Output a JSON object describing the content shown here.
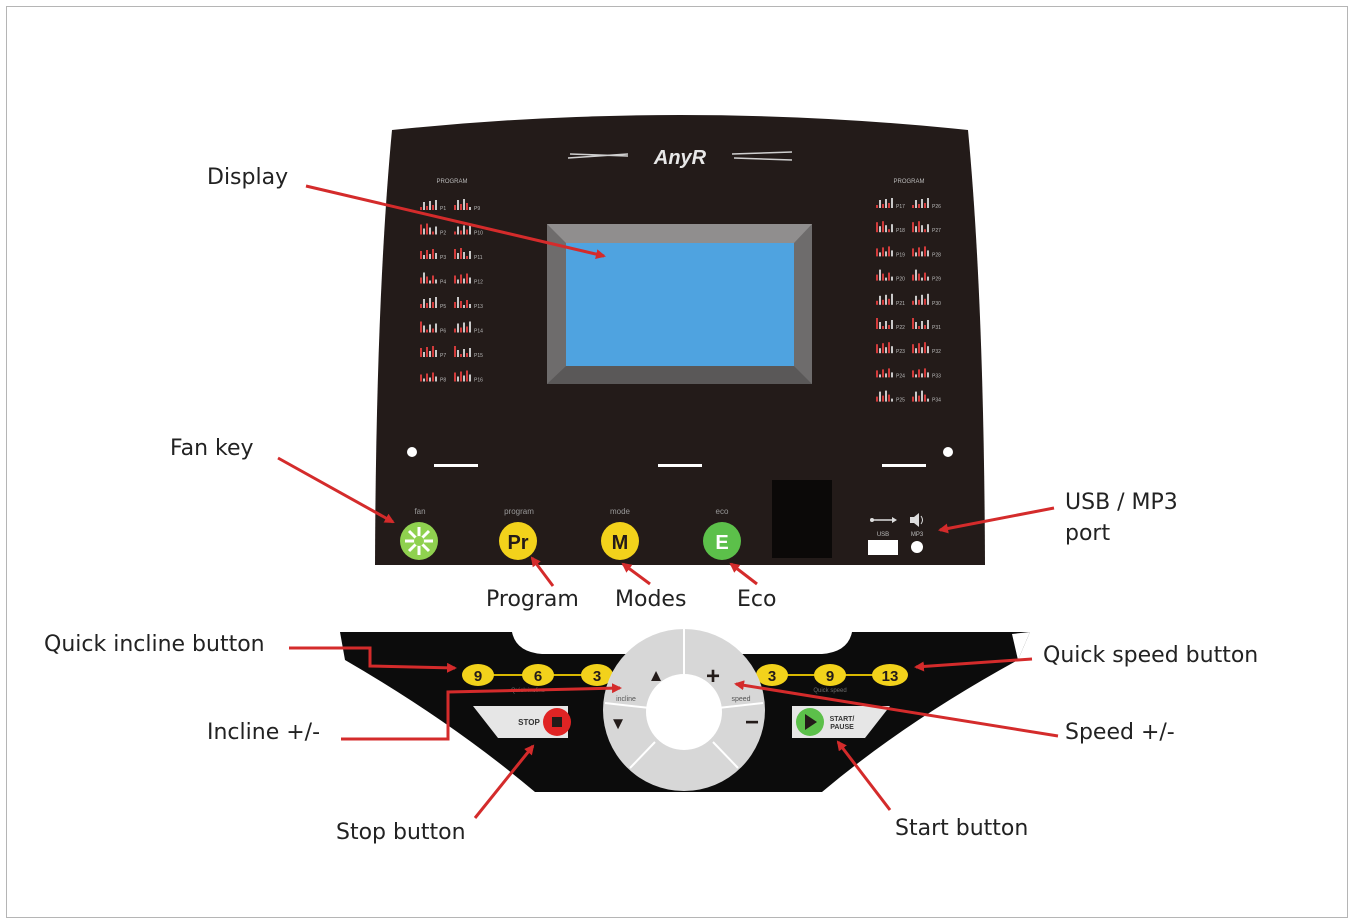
{
  "brand": {
    "logo_text": "AnyR"
  },
  "console": {
    "program_heading_left": "PROGRAM",
    "program_heading_right": "PROGRAM",
    "screen_color": "#4fa3e0",
    "left_programs": [
      "P1",
      "P2",
      "P3",
      "P4",
      "P5",
      "P6",
      "P7",
      "P8",
      "P9",
      "P10",
      "P11",
      "P12",
      "P13",
      "P14",
      "P15",
      "P16"
    ],
    "right_programs": [
      "P17",
      "P18",
      "P19",
      "P20",
      "P21",
      "P22",
      "P23",
      "P24",
      "P25",
      "P26",
      "P27",
      "P28",
      "P29",
      "P30",
      "P31",
      "P32",
      "P33",
      "P34"
    ],
    "keys": [
      {
        "id": "fan",
        "label": "fan",
        "glyph": "",
        "color": "#8fd14f"
      },
      {
        "id": "program",
        "label": "program",
        "glyph": "Pr",
        "color": "#f2d21b"
      },
      {
        "id": "mode",
        "label": "mode",
        "glyph": "M",
        "color": "#f2d21b"
      },
      {
        "id": "eco",
        "label": "eco",
        "glyph": "E",
        "color": "#5cc04a"
      }
    ],
    "usb_label": "USB",
    "mp3_label": "MP3"
  },
  "keypad": {
    "incline_quick": [
      "9",
      "6",
      "3"
    ],
    "speed_quick": [
      "3",
      "9",
      "13"
    ],
    "incline_label": "incline",
    "speed_label": "speed",
    "up_symbol": "▲",
    "down_symbol": "▼",
    "plus_symbol": "+",
    "minus_symbol": "−",
    "stop_label": "STOP",
    "start_label_1": "START/",
    "start_label_2": "PAUSE",
    "quick_incline_caption": "Quick incline",
    "quick_speed_caption": "Quick speed"
  },
  "callouts": {
    "display": "Display",
    "fan_key": "Fan key",
    "usb_mp3_line1": "USB / MP3",
    "usb_mp3_line2": "port",
    "program": "Program",
    "modes": "Modes",
    "eco": "Eco",
    "quick_incline": "Quick incline button",
    "quick_speed": "Quick speed button",
    "incline_pm": "Incline  +/-",
    "speed_pm": "Speed +/-",
    "stop": "Stop button",
    "start": "Start button"
  },
  "colors": {
    "panel": "#231b19",
    "arrow": "#d42b2b",
    "bezel": "#7d7b7b"
  }
}
